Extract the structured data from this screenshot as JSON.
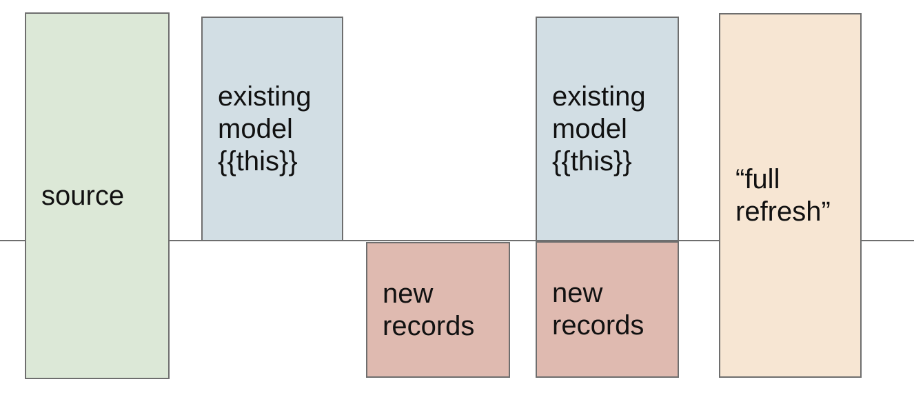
{
  "diagram": {
    "boxes": [
      {
        "id": "source",
        "label": "source"
      },
      {
        "id": "existing-model-1",
        "label": "existing\nmodel\n{{this}}"
      },
      {
        "id": "new-records-1",
        "label": "new\nrecords"
      },
      {
        "id": "existing-model-2",
        "label": "existing\nmodel\n{{this}}"
      },
      {
        "id": "new-records-2",
        "label": "new\nrecords"
      },
      {
        "id": "full-refresh",
        "label": "“full\nrefresh”"
      }
    ]
  },
  "colors": {
    "source_fill": "#dce8d7",
    "model_fill": "#d2dee4",
    "new_records_fill": "#dfbab0",
    "full_refresh_fill": "#f7e6d3",
    "border": "#6e6e6e",
    "text": "#111111"
  }
}
